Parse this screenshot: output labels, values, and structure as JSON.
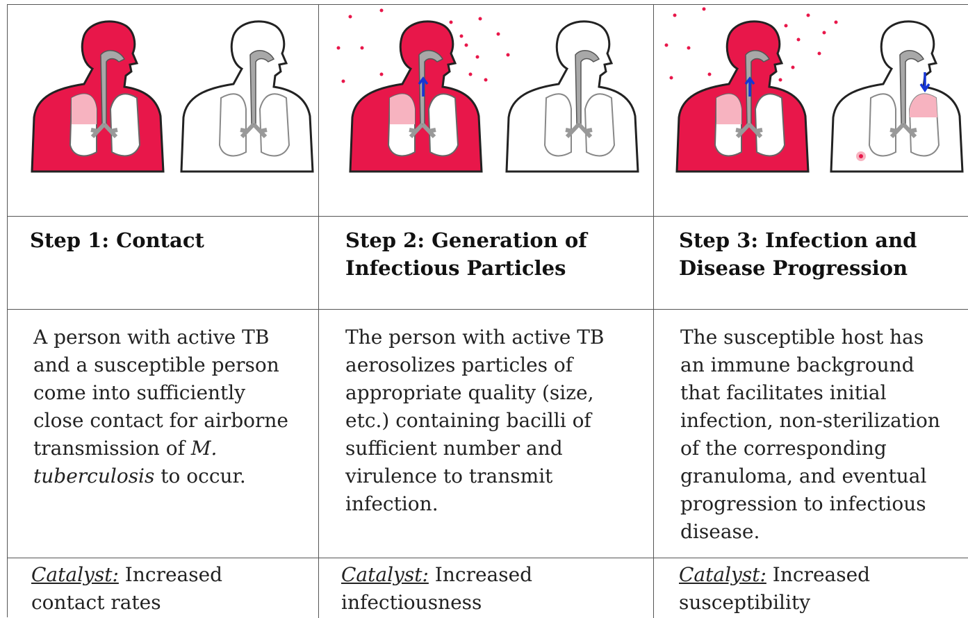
{
  "colors": {
    "infected": "#e8174a",
    "lung_pink": "#f7b3c0",
    "airway": "#a8a8a8",
    "arrow": "#1636d6",
    "border": "#555555"
  },
  "steps": [
    {
      "title_line1": "Step 1: Contact",
      "title_line2": "",
      "desc_lines": [
        "A person with active TB",
        "and a susceptible person",
        "come into sufficiently",
        "close contact for airborne"
      ],
      "desc_line5_plain": "transmission of ",
      "desc_line5_italic": "M.",
      "desc_line6_italic": "tuberculosis",
      "desc_line6_plain": " to occur.",
      "catalyst_label": "Catalyst:",
      "catalyst_text": " Increased",
      "catalyst_text2": "contact rates",
      "figure": "two-person-contact"
    },
    {
      "title_line1": "Step 2: Generation of",
      "title_line2": "Infectious Particles",
      "desc_lines": [
        "The person with active TB",
        "aerosolizes particles of",
        "appropriate quality (size,",
        "etc.) containing bacilli of",
        "sufficient number and",
        "virulence to transmit",
        "infection."
      ],
      "catalyst_label": "Catalyst:",
      "catalyst_text": " Increased",
      "catalyst_text2": "infectiousness",
      "figure": "aerosol-generation"
    },
    {
      "title_line1": "Step 3: Infection and",
      "title_line2": "Disease Progression",
      "desc_lines": [
        "The susceptible host has",
        "an immune background",
        "that facilitates initial",
        "infection, non-sterilization",
        "of the corresponding",
        "granuloma, and eventual",
        "progression to infectious",
        "disease."
      ],
      "catalyst_label": "Catalyst:",
      "catalyst_text": " Increased",
      "catalyst_text2": "susceptibility",
      "figure": "infection-progression"
    }
  ]
}
